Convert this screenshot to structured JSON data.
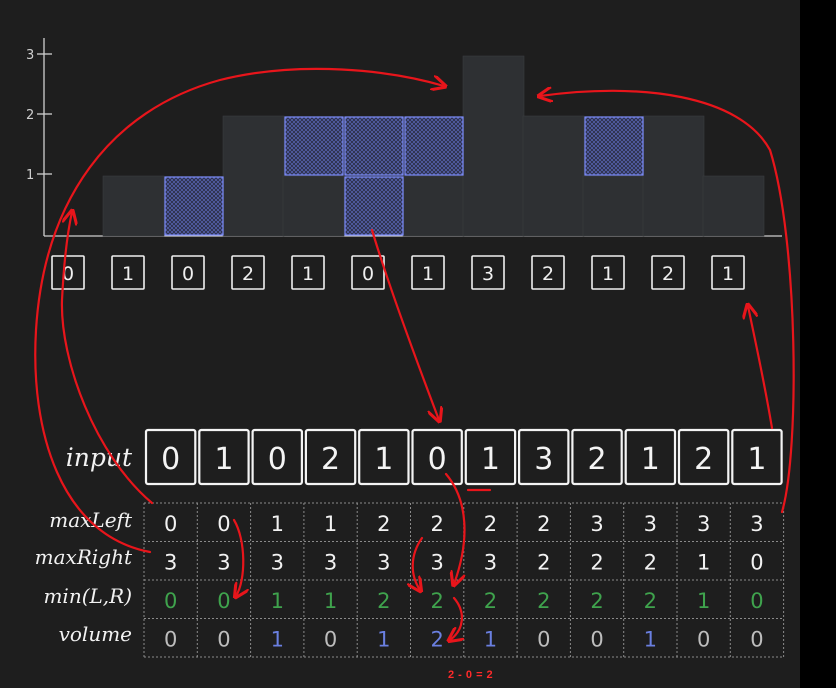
{
  "axis": {
    "y_ticks": [
      "1",
      "2",
      "3"
    ]
  },
  "elevation": [
    0,
    1,
    0,
    2,
    1,
    0,
    1,
    3,
    2,
    1,
    2,
    1
  ],
  "water": [
    0,
    0,
    1,
    0,
    1,
    2,
    1,
    0,
    0,
    1,
    0,
    0
  ],
  "table": {
    "row_labels": [
      "input",
      "maxLeft",
      "maxRight",
      "min(L,R)",
      "volume"
    ],
    "input": [
      "0",
      "1",
      "0",
      "2",
      "1",
      "0",
      "1",
      "3",
      "2",
      "1",
      "2",
      "1"
    ],
    "maxLeft": [
      "0",
      "0",
      "1",
      "1",
      "2",
      "2",
      "2",
      "2",
      "3",
      "3",
      "3",
      "3"
    ],
    "maxRight": [
      "3",
      "3",
      "3",
      "3",
      "3",
      "3",
      "3",
      "2",
      "2",
      "2",
      "1",
      "0"
    ],
    "minLR": [
      "0",
      "0",
      "1",
      "1",
      "2",
      "2",
      "2",
      "2",
      "2",
      "2",
      "1",
      "0"
    ],
    "volume": [
      "0",
      "0",
      "1",
      "0",
      "1",
      "2",
      "1",
      "0",
      "0",
      "1",
      "0",
      "0"
    ]
  },
  "colors": {
    "bar": "#2e3033",
    "bar_edge": "#3a3c40",
    "water_edge": "#7f8fff",
    "arrow": "#e8151b",
    "green": "#3fa34d",
    "blue": "#6a7fe0",
    "text": "#f2f2f2",
    "dim": "#bdbdbd"
  },
  "caption": "2 - 0 = 2"
}
